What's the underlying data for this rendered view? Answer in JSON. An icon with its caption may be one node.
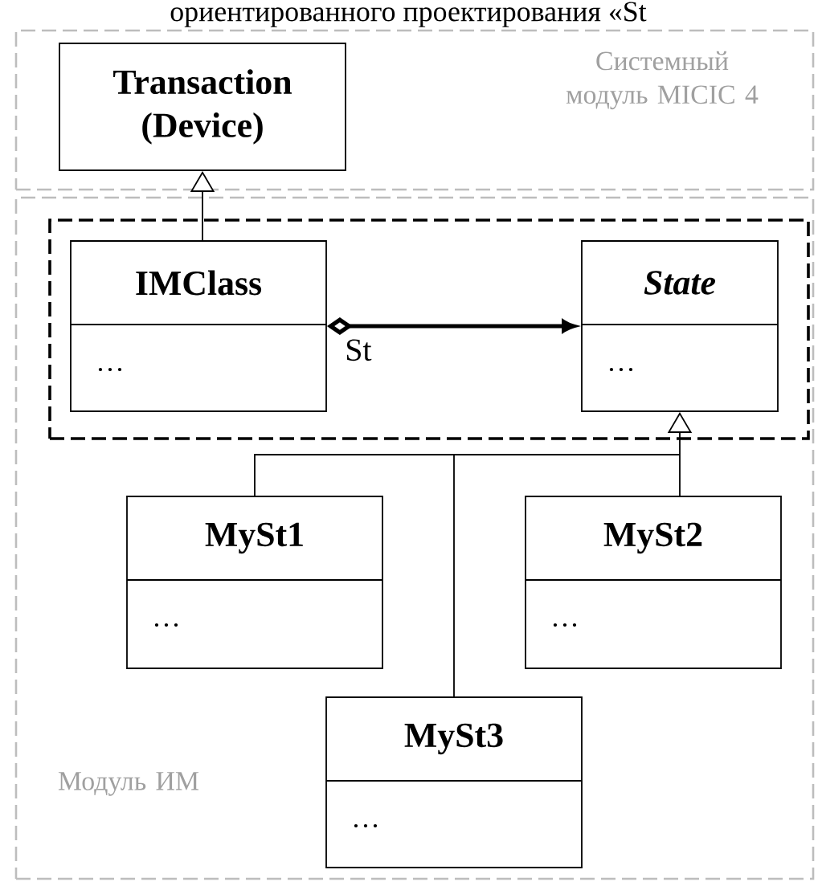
{
  "diagram": {
    "nodes": [
      {
        "text": [
          "Системный модуль MICIC 4"
        ]
      },
      {
        "text": [
          "Transaction (Device)"
        ],
        "in": 0
      },
      {
        "text": [
          "Модуль ИМ"
        ]
      },
      {
        "text": [],
        "shape": "box",
        "in": 2
      },
      {
        "text": [
          "IMClass",
          "…"
        ],
        "in": 3
      },
      {
        "text": [
          "State",
          "…"
        ],
        "in": 3
      },
      {
        "text": [
          "MySt1",
          "…"
        ],
        "in": 2
      },
      {
        "text": [
          "MySt2",
          "…"
        ],
        "in": 2
      },
      {
        "text": [
          "MySt3",
          "…"
        ],
        "in": 2
      }
    ],
    "edges": [
      {
        "from": 4,
        "to": 1,
        "arrow": "to"
      },
      {
        "from": 4,
        "to": 5,
        "arrow": "to",
        "label": "St",
        "style": "thick"
      },
      {
        "from": 6,
        "to": 5,
        "arrow": "to"
      },
      {
        "from": 7,
        "to": 5,
        "arrow": "to"
      },
      {
        "from": 8,
        "to": 5,
        "arrow": "to"
      }
    ],
    "labels": [
      "ориентированного проектирования «St"
    ]
  }
}
